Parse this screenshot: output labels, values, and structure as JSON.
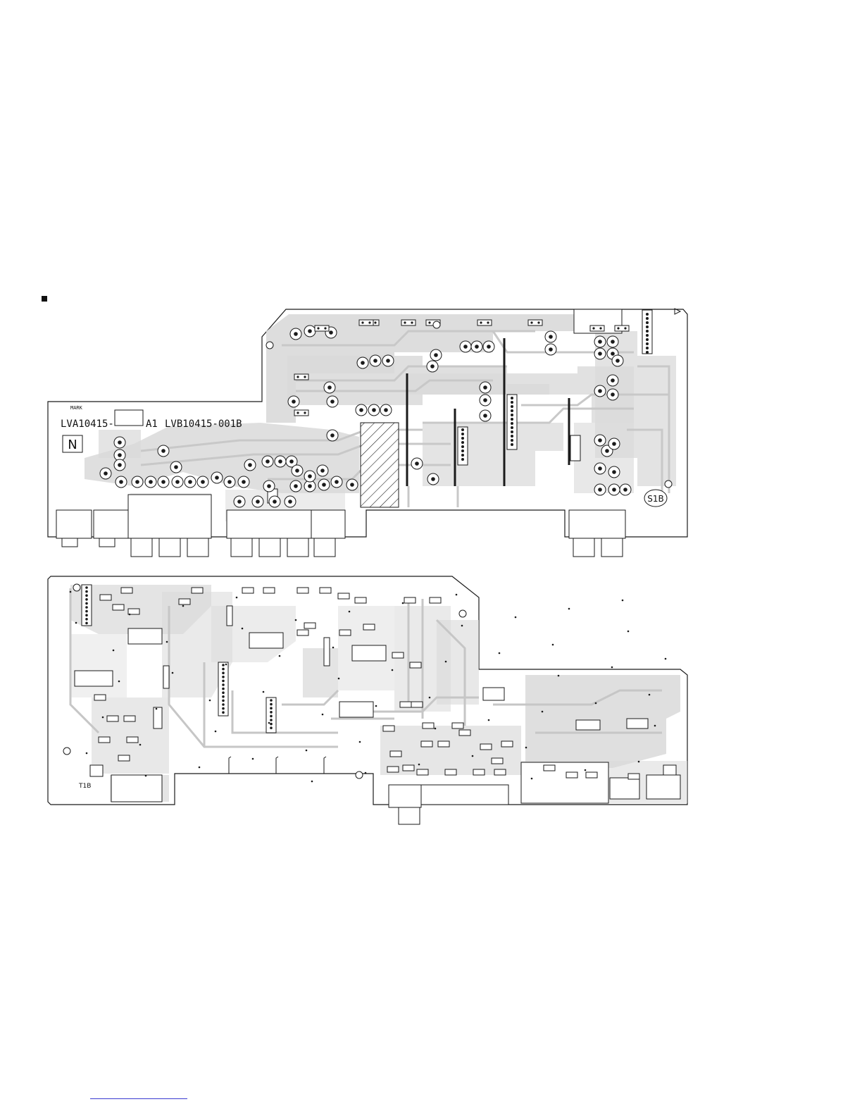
{
  "board_top": {
    "part_number": "LVA10415-",
    "revision": "A1",
    "board_code": "LVB10415-001B",
    "mark_text": "MARK",
    "n_badge": "N",
    "board_label": "S1B"
  },
  "board_bottom": {
    "board_label": "T1B"
  },
  "colors": {
    "copper": "#d7d7d7",
    "outline": "#1a1a1a",
    "background": "#ffffff"
  }
}
